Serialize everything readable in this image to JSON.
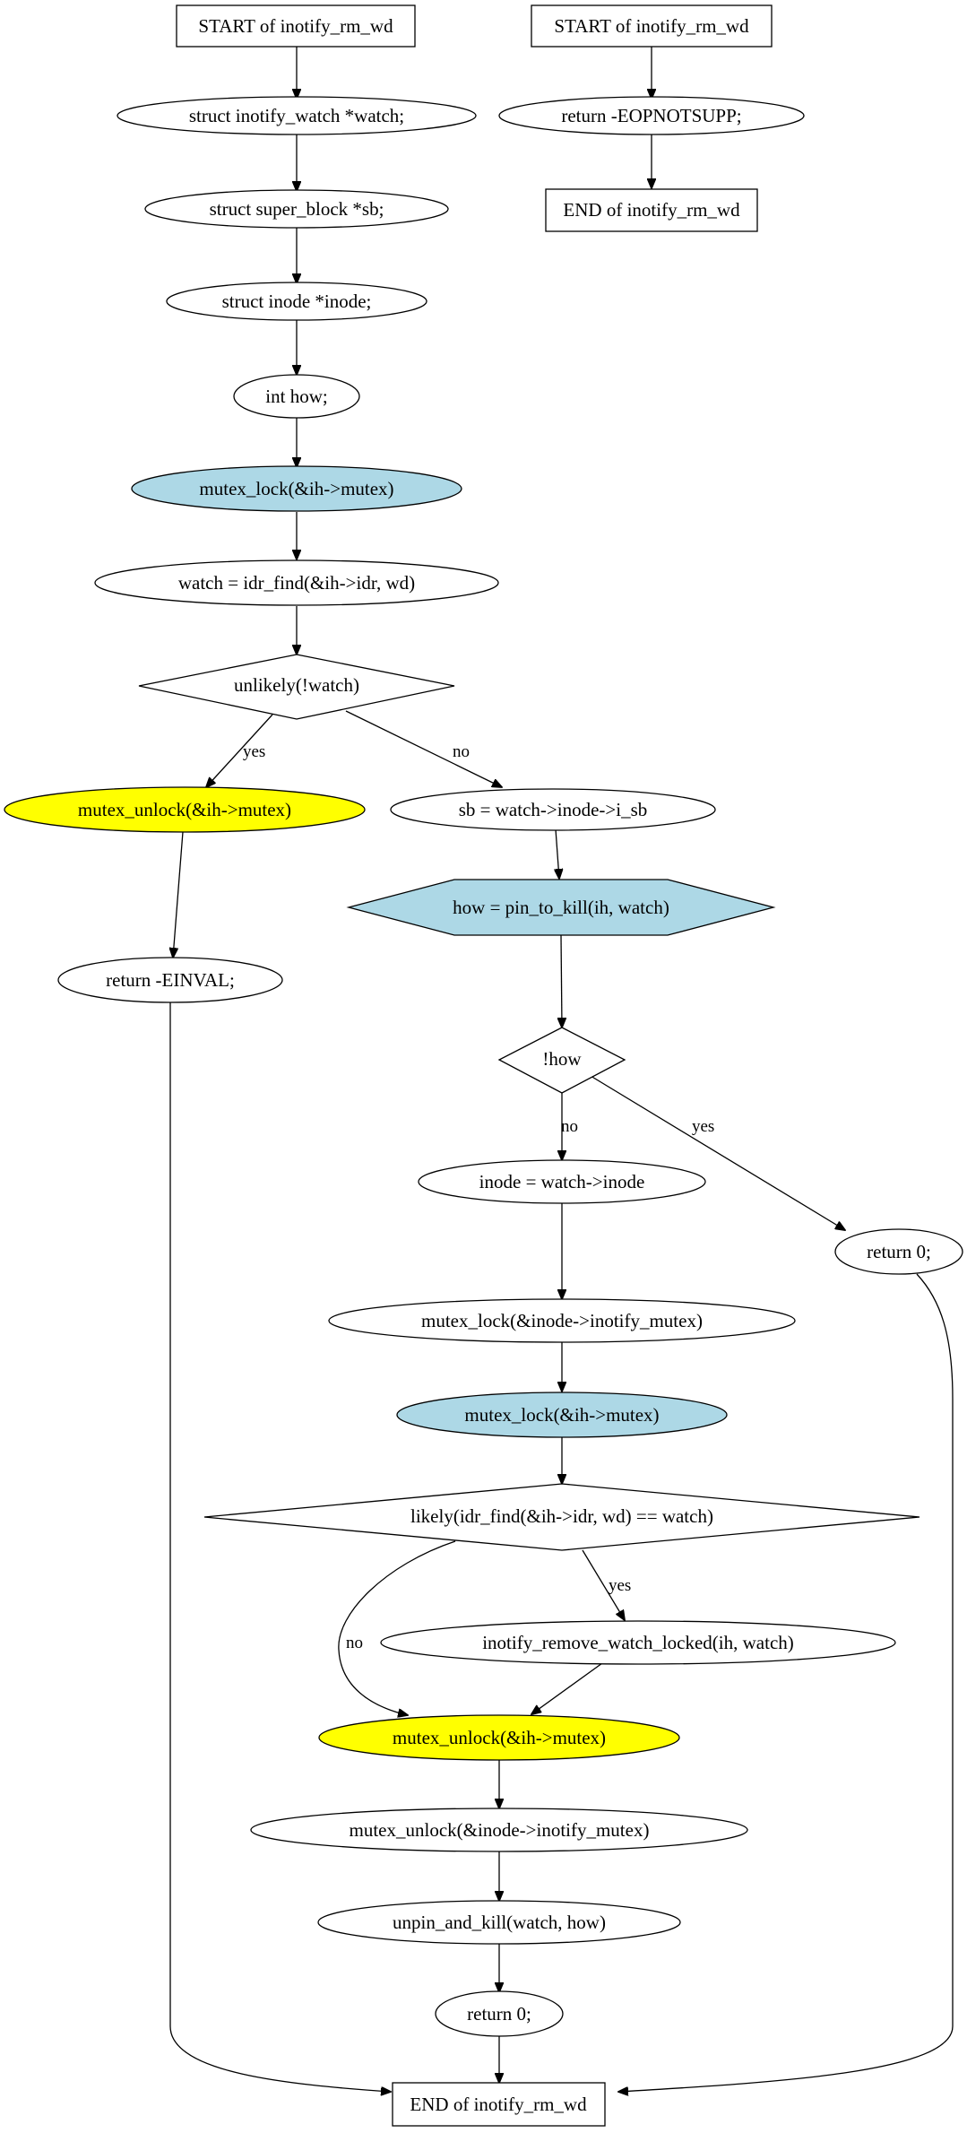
{
  "colors": {
    "mutex_lock_fill": "#add8e6",
    "mutex_unlock_fill": "#ffff00",
    "hexagon_stroke": "#ffff00",
    "default_fill": "#ffffff",
    "stroke": "#000000"
  },
  "nodes": {
    "start_a": "START of inotify_rm_wd",
    "decl_watch": "struct inotify_watch *watch;",
    "decl_sb": "struct super_block *sb;",
    "decl_inode": "struct inode *inode;",
    "decl_how": "int how;",
    "lock_ih_1": "mutex_lock(&ih->mutex)",
    "idr_find": "watch = idr_find(&ih->idr, wd)",
    "cond_unlikely": "unlikely(!watch)",
    "unlock_ih_1": "mutex_unlock(&ih->mutex)",
    "return_einval": "return -EINVAL;",
    "assign_sb": "sb = watch->inode->i_sb",
    "pin_to_kill": "how = pin_to_kill(ih, watch)",
    "cond_how": "!how",
    "return_0_a": "return 0;",
    "assign_inode": "inode = watch->inode",
    "lock_inotify": "mutex_lock(&inode->inotify_mutex)",
    "lock_ih_2": "mutex_lock(&ih->mutex)",
    "cond_likely": "likely(idr_find(&ih->idr, wd) == watch)",
    "remove_watch": "inotify_remove_watch_locked(ih, watch)",
    "unlock_ih_2": "mutex_unlock(&ih->mutex)",
    "unlock_inotify": "mutex_unlock(&inode->inotify_mutex)",
    "unpin_kill": "unpin_and_kill(watch, how)",
    "return_0_b": "return 0;",
    "end_a": "END of inotify_rm_wd",
    "start_b": "START of inotify_rm_wd",
    "return_eopnotsupp": "return -EOPNOTSUPP;",
    "end_b": "END of inotify_rm_wd"
  },
  "edge_labels": {
    "yes": "yes",
    "no": "no"
  }
}
